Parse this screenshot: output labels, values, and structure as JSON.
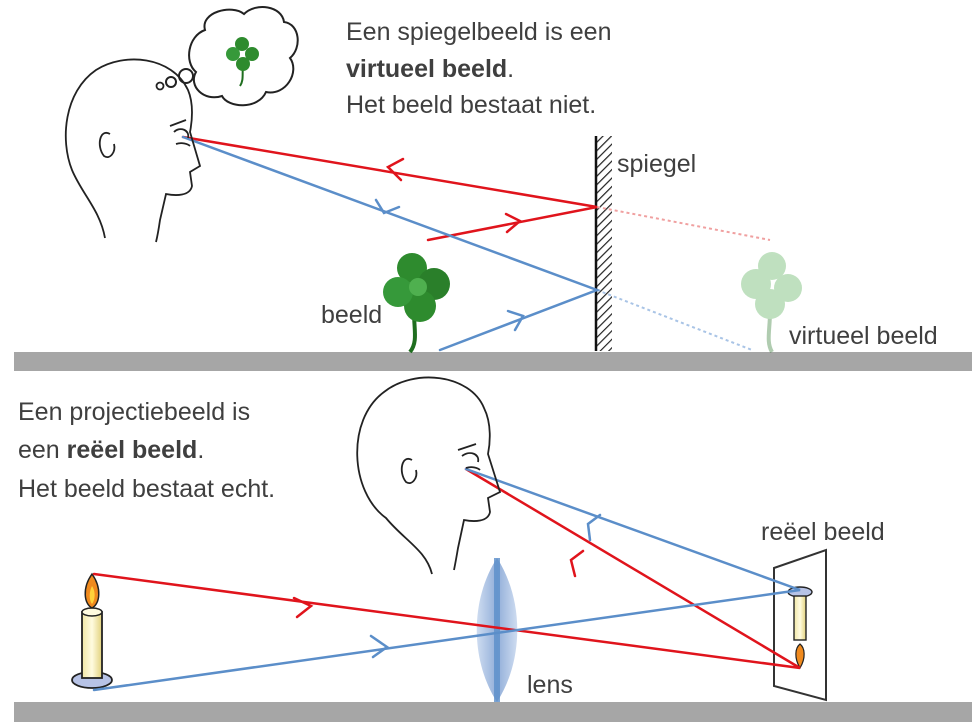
{
  "top": {
    "caption": {
      "line1": "Een spiegelbeeld is een",
      "line2_bold": "virtueel beeld",
      "line2_end": ".",
      "line3": "Het beeld bestaat niet."
    },
    "labels": {
      "mirror": "spiegel",
      "object": "beeld",
      "virtual_image": "virtueel beeld"
    }
  },
  "bottom": {
    "caption": {
      "line1": "Een projectiebeeld is",
      "line2_start": "een ",
      "line2_bold": "reëel beeld",
      "line2_end": ".",
      "line3": "Het beeld bestaat echt."
    },
    "labels": {
      "real_image": "reëel beeld",
      "lens": "lens"
    }
  },
  "colors": {
    "red_ray": "#e0141c",
    "blue_ray": "#5b8ec9",
    "floor": "#a6a6a6",
    "clover": "#2e8b2e",
    "lens": "#8fb0d9"
  }
}
